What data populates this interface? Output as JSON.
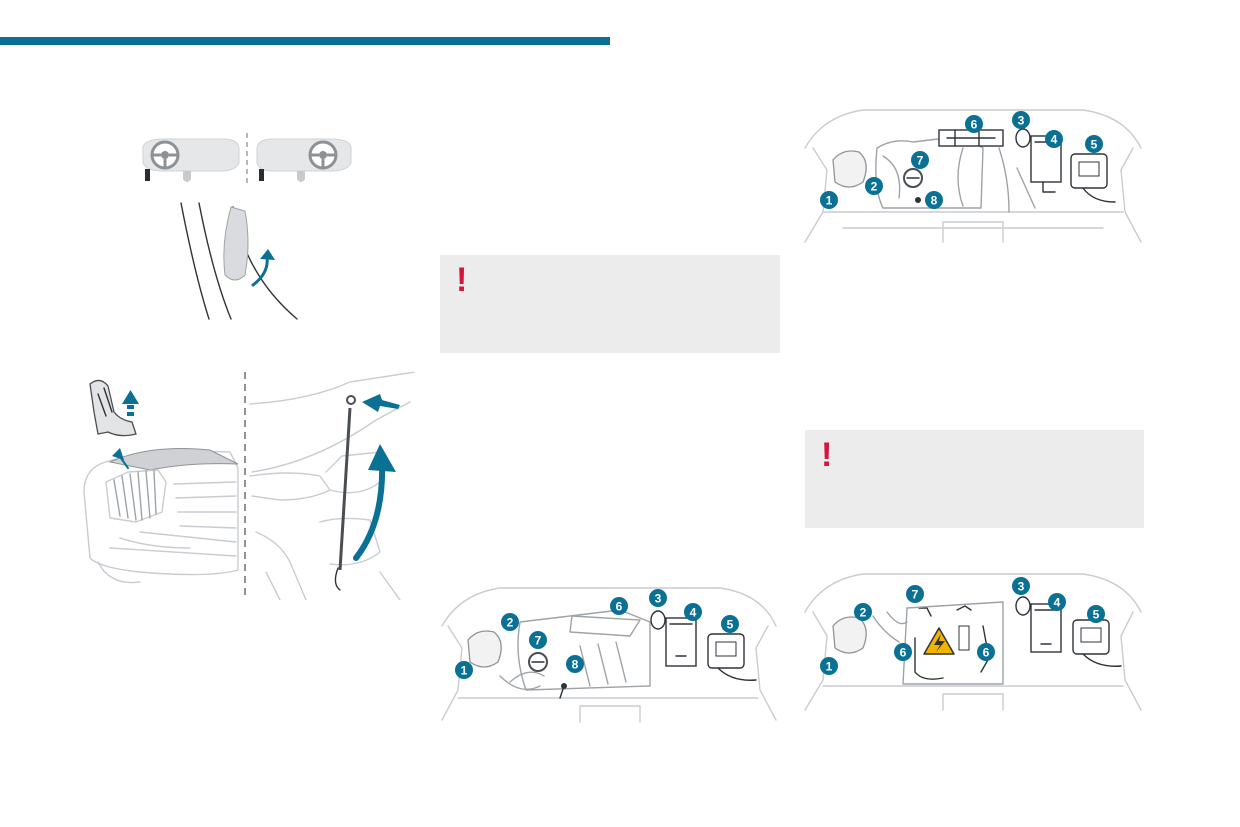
{
  "page": {
    "accent_color": "#0a7194",
    "warning_color": "#d4163b",
    "warning_box_color": "#ececed"
  },
  "warnings": [
    {
      "symbol": "!"
    },
    {
      "symbol": "!"
    }
  ],
  "figures": {
    "bonnet_release": {
      "icons": [
        "steering-wheel-icon",
        "steering-wheel-icon",
        "release-lever-icon",
        "arrow-up-icon"
      ]
    },
    "bonnet_opening": {
      "icons": [
        "safety-catch-icon",
        "arrow-up-icon",
        "bonnet-prop-icon",
        "curved-arrow-icon"
      ]
    },
    "engine_compartment_1": {
      "callouts": [
        "1",
        "2",
        "3",
        "4",
        "5",
        "6",
        "7",
        "8"
      ]
    },
    "engine_compartment_2": {
      "callouts": [
        "1",
        "2",
        "3",
        "4",
        "5",
        "6",
        "7",
        "8"
      ]
    },
    "engine_compartment_3": {
      "callouts": [
        "1",
        "2",
        "3",
        "4",
        "5",
        "6",
        "6",
        "7"
      ],
      "icons": [
        "high-voltage-warning-icon"
      ]
    }
  }
}
